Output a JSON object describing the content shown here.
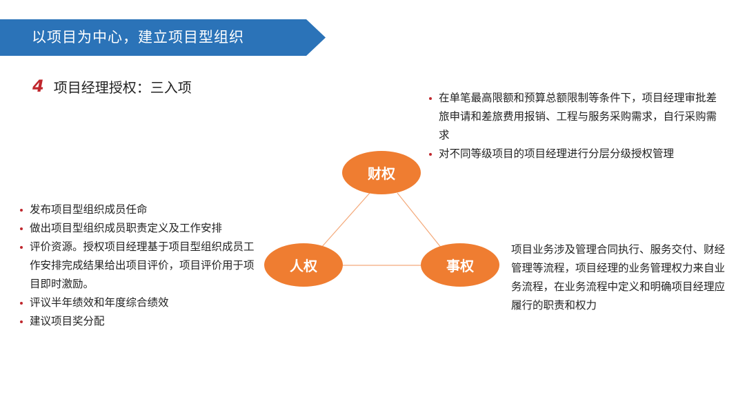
{
  "header": {
    "title": "以项目为中心，建立项目型组织"
  },
  "section": {
    "number": "4",
    "title": "项目经理授权：三入项"
  },
  "diagram": {
    "accent_color": "#ef7d31",
    "nodes": {
      "cai": "财权",
      "ren": "人权",
      "shi": "事权"
    }
  },
  "finance_bullets": [
    "在单笔最高限额和预算总额限制等条件下，项目经理审批差旅申请和差旅费用报销、工程与服务采购需求，自行采购需求",
    "对不同等级项目的项目经理进行分层分级授权管理"
  ],
  "personnel_bullets": [
    "发布项目型组织成员任命",
    "做出项目型组织成员职责定义及工作安排",
    "评价资源。授权项目经理基于项目型组织成员工作安排完成结果给出项目评价，项目评价用于项目即时激励。",
    "评议半年绩效和年度综合绩效",
    "建议项目奖分配"
  ],
  "affairs_text": "项目业务涉及管理合同执行、服务交付、财经管理等流程，项目经理的业务管理权力来自业务流程，在业务流程中定义和明确项目经理应履行的职责和权力",
  "colors": {
    "banner": "#2b73b8",
    "bullet": "#c0272d",
    "number": "#c0272d"
  }
}
